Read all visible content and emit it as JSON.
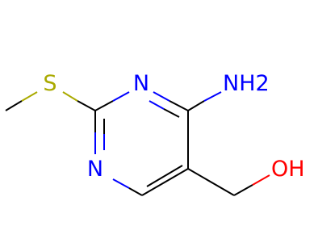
{
  "molecule": {
    "atoms": {
      "s": "S",
      "n_top": "N",
      "n_bottom": "N",
      "amine": "NH2",
      "hydroxyl": "OH"
    },
    "colors": {
      "bond": "#000000",
      "nitrogen": "#0000ff",
      "sulfur": "#aaaa00",
      "oxygen": "#ff0000"
    }
  }
}
